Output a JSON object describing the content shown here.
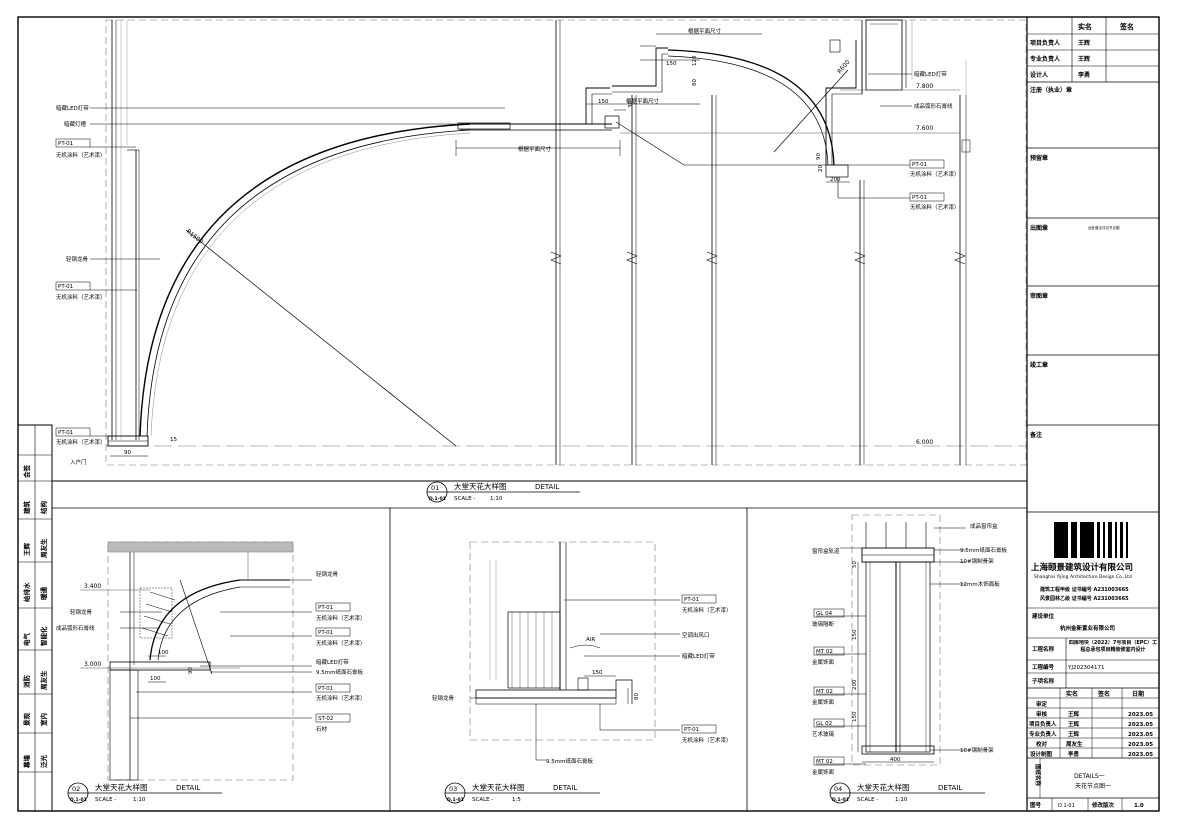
{
  "title_block": {
    "sign_table": {
      "header": [
        "",
        "实名",
        "签名"
      ],
      "rows": [
        {
          "role": "项目负责人",
          "name": "王辉"
        },
        {
          "role": "专业负责人",
          "name": "王辉"
        },
        {
          "role": "设计人",
          "name": "李勇"
        }
      ]
    },
    "reg_stamp": "注册（执业）章",
    "review_stamp": "预留章",
    "issue_stamp": "出图章",
    "audit_stamp": "审图章",
    "construction_stamp": "竣工章",
    "remarks": "备注",
    "company_cn": "上海颐景建筑设计有限公司",
    "company_en": "Shanghai Yijing Architecture Design Co.,Ltd",
    "cert_1": "建筑工程甲级 证书编号 A231003665",
    "cert_2": "风景园林乙级 证书编号 A231003665",
    "client_label": "建设单位",
    "client_value": "杭州金新置业有限公司",
    "project_label": "工程名称",
    "project_value": "四库地块（2022）7号项目（EPC）工程总承包项目精装修室内设计",
    "project_no_label": "工程编号",
    "project_no_value": "YJ202304171",
    "sub_label": "子项名称",
    "approval": {
      "header": [
        "",
        "实名",
        "签名",
        "日期"
      ],
      "rows": [
        {
          "role": "审定",
          "name": "",
          "date": ""
        },
        {
          "role": "审核",
          "name": "王辉",
          "date": "2023.05"
        },
        {
          "role": "项目负责人",
          "name": "王辉",
          "date": "2023.05"
        },
        {
          "role": "专业负责人",
          "name": "王辉",
          "date": "2023.05"
        },
        {
          "role": "校对",
          "name": "周友生",
          "date": "2023.05"
        },
        {
          "role": "设计制图",
          "name": "李勇",
          "date": "2023.05"
        }
      ]
    },
    "drawing_name_label": "图纸名称",
    "drawing_name_line1": "DETAILS一",
    "drawing_name_line2": "天花节点图一",
    "drawing_no_label": "图号",
    "drawing_no_value": "D.1-01",
    "version_label": "修改版次",
    "version_value": "1.0"
  },
  "left_strip": [
    {
      "a": "会签",
      "b": ""
    },
    {
      "a": "建筑",
      "b": "结构"
    },
    {
      "a": "王辉",
      "b": "周友生"
    },
    {
      "a": "给排水",
      "b": "暖通"
    },
    {
      "a": "电气",
      "b": "智能化"
    },
    {
      "a": "消防",
      "b": "周友生"
    },
    {
      "a": "景观",
      "b": "室内"
    },
    {
      "a": "幕墙",
      "b": "泛光"
    },
    {
      "a": "",
      "b": ""
    }
  ],
  "details": [
    {
      "num": "01",
      "sheet": "D.1-01",
      "title": "大堂天花大样图",
      "detail": "DETAIL",
      "scale_label": "SCALE -",
      "scale": "1:10"
    },
    {
      "num": "02",
      "sheet": "D.1-01",
      "title": "大堂天花大样图",
      "detail": "DETAIL",
      "scale_label": "SCALE -",
      "scale": "1:10"
    },
    {
      "num": "03",
      "sheet": "D.1-01",
      "title": "大堂天花大样图",
      "detail": "DETAIL",
      "scale_label": "SCALE -",
      "scale": "1:5"
    },
    {
      "num": "04",
      "sheet": "D.1-01",
      "title": "大堂天花大样图",
      "detail": "DETAIL",
      "scale_label": "SCALE -",
      "scale": "1:10"
    }
  ],
  "d01": {
    "dim_top_1": "根据平面尺寸",
    "dim_top_2": "根据平面尺寸",
    "dim_mid": "根据平面尺寸",
    "d150a": "150",
    "d150b": "150",
    "d120": "120",
    "d80": "80",
    "d20": "20",
    "d200": "200",
    "d90": "90",
    "d15": "15",
    "d30": "30",
    "radius_main": "R1500",
    "radius_small": "R600",
    "lvl_7800": "7.800",
    "lvl_7600": "7.600",
    "lvl_6000": "6.000",
    "lbl_led_strip": "暗藏LED灯带",
    "lbl_light_trough": "暗藏灯槽",
    "lbl_light_trough2": "暗藏LED灯带",
    "lbl_gypsum": "成品弧形石膏线",
    "lbl_keel": "轻钢龙骨",
    "lbl_entrance": "入户门",
    "tag": "PT-01",
    "tag_sub": "无机涂料（艺术漆）",
    "tiny_note": "此处做法详见节点图"
  },
  "d02": {
    "lvl_3400": "3.400",
    "lvl_3000": "3.000",
    "lbl_keel": "轻钢龙骨",
    "lbl_frame": "轻钢龙骨",
    "lbl_gypsum": "成品弧形石膏线",
    "lbl_led": "暗藏LED灯带",
    "lbl_board": "9.5mm纸面石膏板",
    "tag_pt": "PT-01",
    "tag_sub": "无机涂料（艺术漆）",
    "tag_st": "ST-02",
    "st_sub": "石材",
    "d100a": "100",
    "d100b": "100",
    "d90": "90"
  },
  "d03": {
    "tag": "PT-01",
    "tag_sub": "无机涂料（艺术漆）",
    "lbl_vent": "空调出风口",
    "lbl_led": "暗藏LED灯带",
    "lbl_keel": "轻钢龙骨",
    "lbl_board": "9.5mm纸面石膏板",
    "air": "AIR",
    "d150": "150",
    "d80": "80"
  },
  "d04": {
    "lbl_track": "窗帘盒轨道",
    "lbl_cover": "成品窗帘盒",
    "lbl_board": "9.5mm纸面石膏板",
    "lbl_steel": "10#钢制骨架",
    "lbl_steel2": "12mm木饰面板",
    "lbl_bottom": "10#钢制骨架",
    "tags": [
      {
        "code": "GL 04",
        "sub": "玻璃隔断"
      },
      {
        "code": "MT 02",
        "sub": "金属饰面"
      },
      {
        "code": "MT 02",
        "sub": "金属饰面"
      },
      {
        "code": "GL 02",
        "sub": "艺术玻璃"
      },
      {
        "code": "MT 02",
        "sub": "金属饰面"
      }
    ],
    "d400": "400",
    "d50": "50",
    "d150a": "150",
    "d150b": "150",
    "d200": "200"
  }
}
